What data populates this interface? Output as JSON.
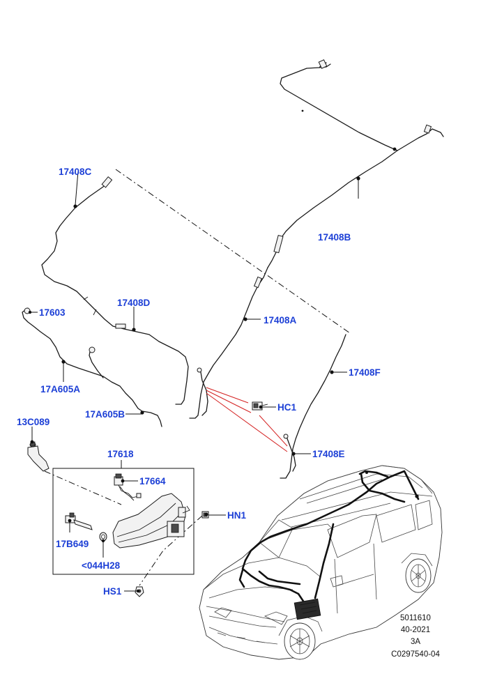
{
  "labels": {
    "l17408C": "17408C",
    "l17408B": "17408B",
    "l17408D": "17408D",
    "l17408A": "17408A",
    "l17603": "17603",
    "l17A605A": "17A605A",
    "l17408F": "17408F",
    "lHC1": "HC1",
    "l17A605B": "17A605B",
    "l13C089": "13C089",
    "l17618": "17618",
    "l17408E": "17408E",
    "l17664": "17664",
    "lHN1": "HN1",
    "l17B649": "17B649",
    "l044H28": "<044H28",
    "lHS1": "HS1"
  },
  "reference": {
    "line1": "5011610",
    "line2": "40-2021",
    "line3": "3A",
    "line4": "C0297540-04"
  },
  "colors": {
    "label": "#1c3fd6",
    "callout": "#d42020",
    "line": "#1a1a1a"
  }
}
